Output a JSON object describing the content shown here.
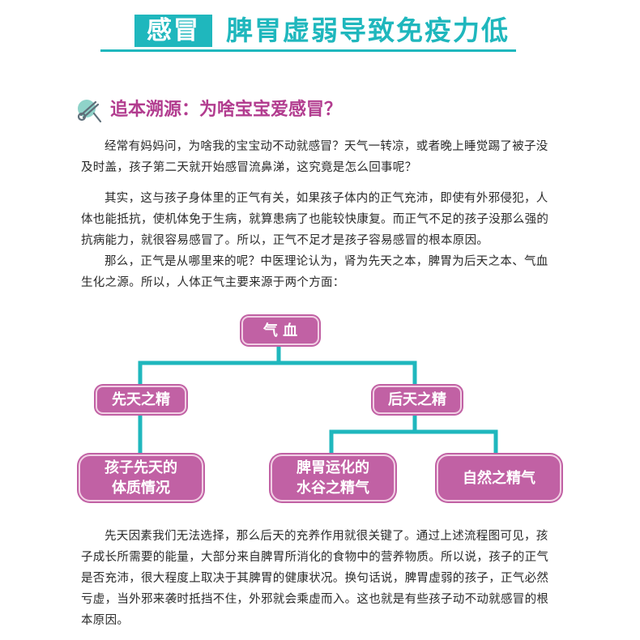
{
  "title": {
    "badge": "感冒",
    "text": "脾胃虚弱导致免疫力低"
  },
  "section": {
    "heading": "追本溯源：为啥宝宝爱感冒？",
    "icon": "pin-icon"
  },
  "paragraphs": [
    "经常有妈妈问，为啥我的宝宝动不动就感冒？天气一转凉，或者晚上睡觉踢了被子没及时盖，孩子第二天就开始感冒流鼻涕，这究竟是怎么回事呢？",
    "其实，这与孩子身体里的正气有关，如果孩子体内的正气充沛，即使有外邪侵犯，人体也能抵抗，使机体免于生病，就算患病了也能较快康复。而正气不足的孩子没那么强的抗病能力，就很容易感冒了。所以，正气不足才是孩子容易感冒的根本原因。",
    "那么，正气是从哪里来的呢？中医理论认为，肾为先天之本，脾胃为后天之本、气血生化之源。所以，人体正气主要来源于两个方面：",
    "先天因素我们无法选择，那么后天的充养作用就很关键了。通过上述流程图可见，孩子成长所需要的能量，大部分来自脾胃所消化的食物中的营养物质。所以说，孩子的正气是否充沛，很大程度上取决于其脾胃的健康状况。换句话说，脾胃虚弱的孩子，正气必然亏虚，当外邪来袭时抵挡不住，外邪就会乘虚而入。这也就是有些孩子动不动就感冒的根本原因。"
  ],
  "diagram": {
    "root": "气 血",
    "left": "先天之精",
    "right": "后天之精",
    "leaf_left": "孩子先天的\n体质情况",
    "leaf_mid": "脾胃运化的\n水谷之精气",
    "leaf_right": "自然之精气"
  },
  "colors": {
    "teal": "#1fb7bd",
    "magenta": "#c161a4",
    "heading": "#b23c8f"
  }
}
